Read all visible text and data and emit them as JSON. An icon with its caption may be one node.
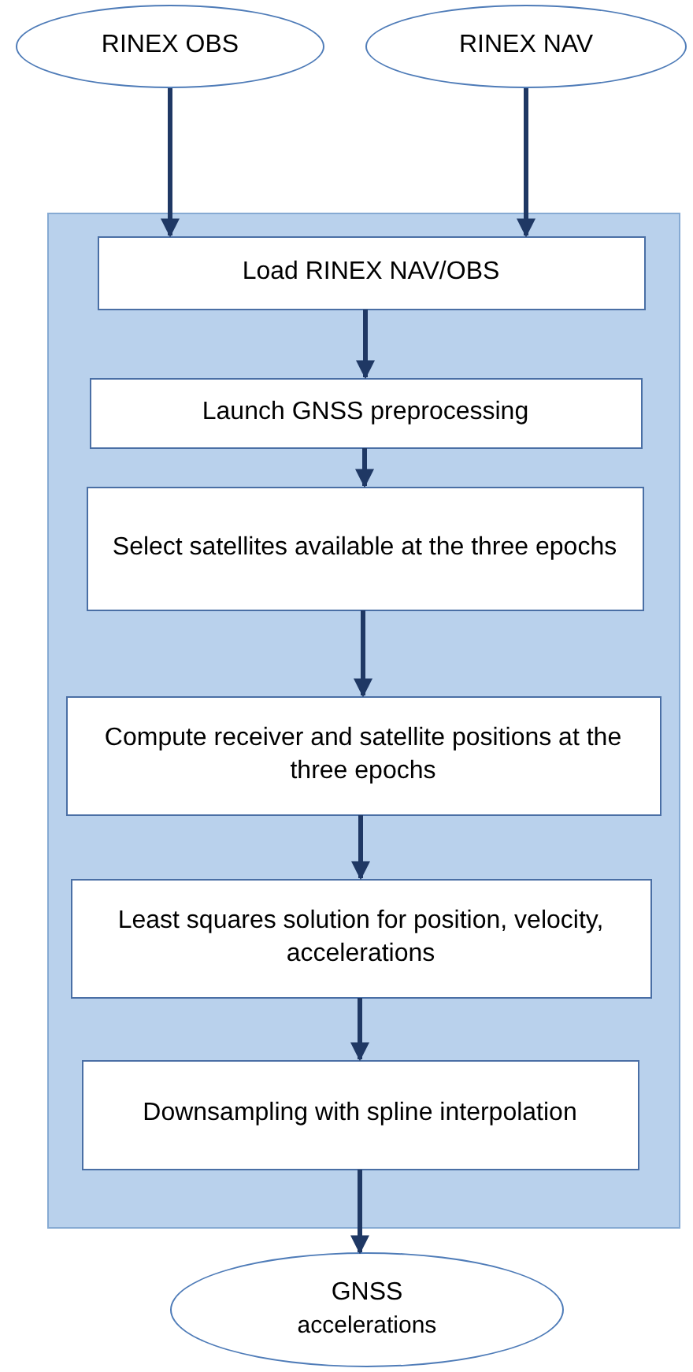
{
  "diagram": {
    "nodes": [
      {
        "text": [
          "RINEX OBS"
        ]
      },
      {
        "text": [
          "RINEX NAV"
        ]
      },
      {
        "text": [],
        "shape": "box"
      },
      {
        "text": [
          "Load RINEX NAV/OBS"
        ],
        "in": 2
      },
      {
        "text": [
          "Launch GNSS preprocessing"
        ],
        "in": 2
      },
      {
        "text": [
          "Select satellites available at the three epochs"
        ],
        "in": 2
      },
      {
        "text": [
          "Compute receiver and satellite positions at the three epochs"
        ],
        "in": 2
      },
      {
        "text": [
          "Least squares solution for position, velocity, accelerations"
        ],
        "in": 2
      },
      {
        "text": [
          "Downsampling with spline interpolation"
        ],
        "in": 2
      },
      {
        "text": [
          "GNSS",
          "accelerations"
        ]
      }
    ],
    "edges": [
      {
        "from": 0,
        "to": 3,
        "arrow": "to"
      },
      {
        "from": 1,
        "to": 3,
        "arrow": "to"
      },
      {
        "from": 3,
        "to": 4,
        "arrow": "to"
      },
      {
        "from": 4,
        "to": 5,
        "arrow": "to"
      },
      {
        "from": 5,
        "to": 6,
        "arrow": "to"
      },
      {
        "from": 6,
        "to": 7,
        "arrow": "to"
      },
      {
        "from": 7,
        "to": 8,
        "arrow": "to"
      },
      {
        "from": 8,
        "to": 9,
        "arrow": "to"
      }
    ]
  }
}
